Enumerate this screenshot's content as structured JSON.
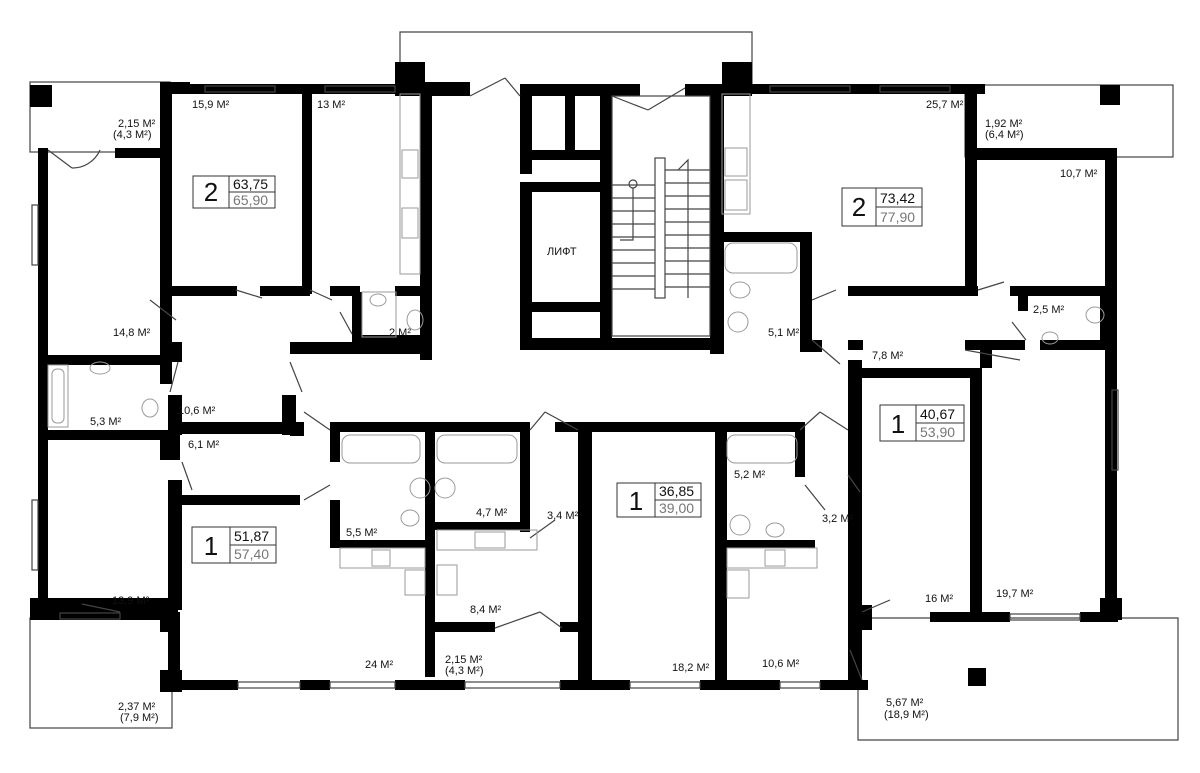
{
  "lift_label": "ЛИФТ",
  "apartments": [
    {
      "id": "apt-2-left",
      "rooms": "2",
      "living_area": "63,75",
      "total_area": "65,90"
    },
    {
      "id": "apt-2-right",
      "rooms": "2",
      "living_area": "73,42",
      "total_area": "77,90"
    },
    {
      "id": "apt-1-right",
      "rooms": "1",
      "living_area": "40,67",
      "total_area": "53,90"
    },
    {
      "id": "apt-1-center",
      "rooms": "1",
      "living_area": "36,85",
      "total_area": "39,00"
    },
    {
      "id": "apt-1-left",
      "rooms": "1",
      "living_area": "51,87",
      "total_area": "57,40"
    }
  ],
  "rooms": [
    {
      "area": "2,15 M²",
      "note": "(4,3 M²)"
    },
    {
      "area": "15,9 M²"
    },
    {
      "area": "13 M²"
    },
    {
      "area": "25,7 M²"
    },
    {
      "area": "1,92 M²",
      "note": "(6,4 M²)"
    },
    {
      "area": "10,7 M²"
    },
    {
      "area": "14,8 M²"
    },
    {
      "area": "2 M²"
    },
    {
      "area": "5,1 M²"
    },
    {
      "area": "2,5 M²"
    },
    {
      "area": "7,8 M²"
    },
    {
      "area": "5,3 M²"
    },
    {
      "area": "10,6 M²"
    },
    {
      "area": "6,1 M²"
    },
    {
      "area": "5,5 M²"
    },
    {
      "area": "4,7 M²"
    },
    {
      "area": "3,4 M²"
    },
    {
      "area": "5,2 M²"
    },
    {
      "area": "3,2 M²"
    },
    {
      "area": "16 M²"
    },
    {
      "area": "19,7 M²"
    },
    {
      "area": "13,9 M²"
    },
    {
      "area": "8,4 M²"
    },
    {
      "area": "24 M²"
    },
    {
      "area": "2,15 M²",
      "note": "(4,3 M²)"
    },
    {
      "area": "18,2 M²"
    },
    {
      "area": "10,6 M²"
    },
    {
      "area": "2,37 M²",
      "note": "(7,9 M²)"
    },
    {
      "area": "5,67 M²",
      "note": "(18,9 M²)"
    }
  ]
}
